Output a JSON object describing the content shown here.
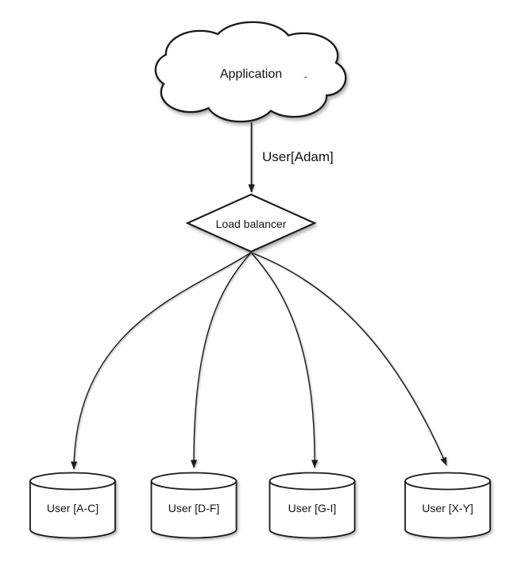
{
  "diagram": {
    "application": {
      "label": "Application",
      "shape": "cloud"
    },
    "request_edge": {
      "label": "User[Adam]"
    },
    "load_balancer": {
      "label": "Load balancer",
      "shape": "diamond"
    },
    "databases": [
      {
        "label": "User [A-C]",
        "shape": "cylinder"
      },
      {
        "label": "User [D-F]",
        "shape": "cylinder"
      },
      {
        "label": "User [G-I]",
        "shape": "cylinder"
      },
      {
        "label": "User [X-Y]",
        "shape": "cylinder"
      }
    ],
    "colors": {
      "stroke": "#1a1a1a",
      "shape_fill": "#ffffff",
      "text": "#141414",
      "background": "#ffffff"
    }
  }
}
